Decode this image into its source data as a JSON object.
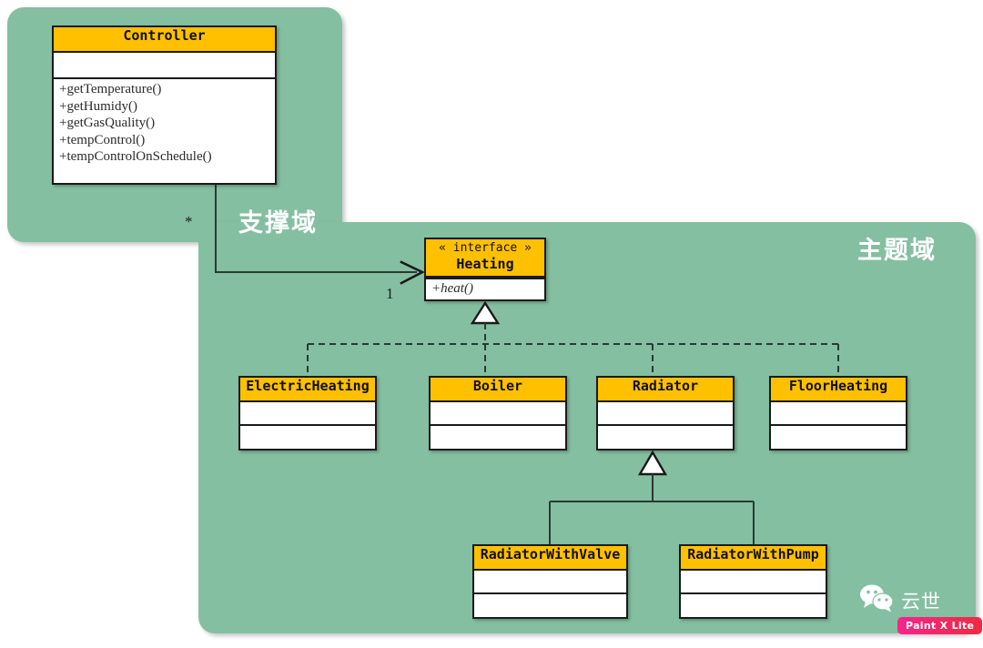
{
  "panels": {
    "support": {
      "label": "支撑域"
    },
    "subject": {
      "label": "主题域"
    }
  },
  "classes": {
    "controller": {
      "name": "Controller",
      "attributes": [],
      "operations": [
        "+getTemperature()",
        "+getHumidy()",
        "+getGasQuality()",
        "+tempControl()",
        "+tempControlOnSchedule()"
      ]
    },
    "heating": {
      "stereotype": "« interface »",
      "name": "Heating",
      "operations": [
        "+heat()"
      ]
    },
    "electricheating": {
      "name": "ElectricHeating",
      "attributes": [],
      "operations": []
    },
    "boiler": {
      "name": "Boiler",
      "attributes": [],
      "operations": []
    },
    "radiator": {
      "name": "Radiator",
      "attributes": [],
      "operations": []
    },
    "floorheating": {
      "name": "FloorHeating",
      "attributes": [],
      "operations": []
    },
    "radiatorwithvalve": {
      "name": "RadiatorWithValve",
      "attributes": [],
      "operations": []
    },
    "radiatorwithpump": {
      "name": "RadiatorWithPump",
      "attributes": [],
      "operations": []
    }
  },
  "relations": {
    "controller_to_heating": {
      "type": "association",
      "source_multiplicity": "*",
      "target_multiplicity": "1"
    },
    "realizations": {
      "type": "realization",
      "parent": "Heating",
      "children": [
        "ElectricHeating",
        "Boiler",
        "Radiator",
        "FloorHeating"
      ]
    },
    "generalizations": {
      "type": "generalization",
      "parent": "Radiator",
      "children": [
        "RadiatorWithValve",
        "RadiatorWithPump"
      ]
    }
  },
  "watermark": {
    "account": "云世",
    "badge": "Paint X Lite"
  },
  "colors": {
    "panel": "#84bfa1",
    "class_header": "#ffc000",
    "class_body": "#ffffff",
    "line": "#1a1a1a"
  }
}
